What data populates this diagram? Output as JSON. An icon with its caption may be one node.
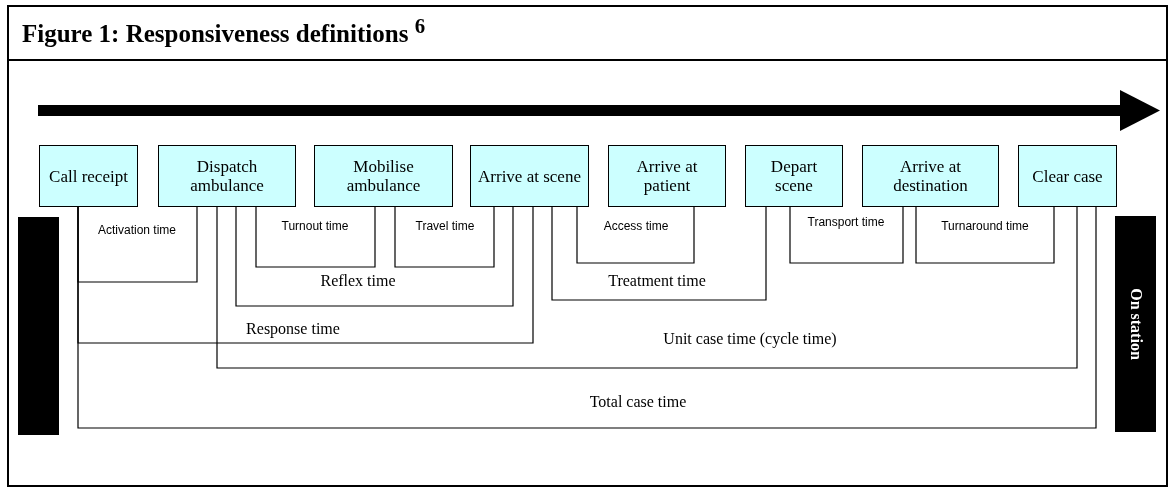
{
  "diagram": {
    "title": "Figure 1: Responsiveness definitions $^{6}$",
    "nodes": [
      {
        "text": [
          "Call receipt"
        ]
      },
      {
        "text": [
          "Dispatch ambulance"
        ]
      },
      {
        "text": [
          "Mobilise ambulance"
        ]
      },
      {
        "text": [
          "Arrive at scene"
        ]
      },
      {
        "text": [
          "Arrive at patient"
        ]
      },
      {
        "text": [
          "Depart scene"
        ]
      },
      {
        "text": [
          "Arrive at destination"
        ]
      },
      {
        "text": [
          "Clear case"
        ]
      },
      {
        "text": [],
        "shape": "bar"
      },
      {
        "text": [
          "On station"
        ]
      }
    ],
    "edges": [
      {
        "from": 0,
        "to": 1,
        "arrow": "none",
        "label": "Activation time"
      },
      {
        "from": 1,
        "to": 2,
        "arrow": "none",
        "label": "Turnout time"
      },
      {
        "from": 2,
        "to": 3,
        "arrow": "none",
        "label": "Travel time"
      },
      {
        "from": 3,
        "to": 4,
        "arrow": "none",
        "label": "Access time"
      },
      {
        "from": 5,
        "to": 6,
        "arrow": "none",
        "label": "Transport time"
      },
      {
        "from": 6,
        "to": 7,
        "arrow": "none",
        "label": "Turnaround time"
      },
      {
        "from": 1,
        "to": 3,
        "arrow": "none",
        "label": "Reflex time"
      },
      {
        "from": 3,
        "to": 5,
        "arrow": "none",
        "label": "Treatment time"
      },
      {
        "from": 0,
        "to": 3,
        "arrow": "none",
        "label": "Response time"
      },
      {
        "from": 1,
        "to": 7,
        "arrow": "none",
        "label": "Unit case time (cycle time)"
      },
      {
        "from": 0,
        "to": 7,
        "arrow": "none",
        "label": "Total case time"
      }
    ]
  }
}
